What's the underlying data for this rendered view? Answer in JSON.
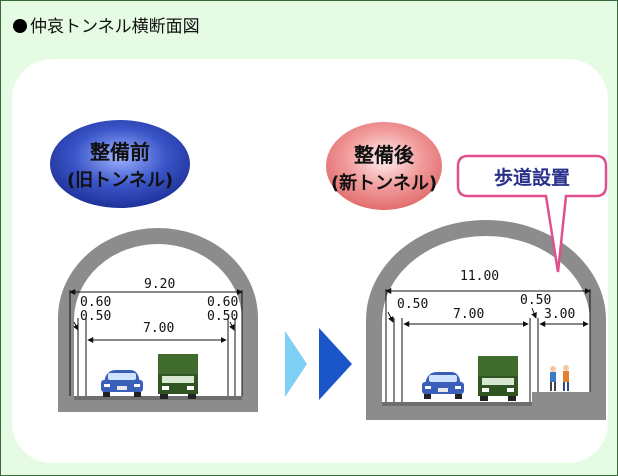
{
  "title": "仲哀トンネル横断面図",
  "colors": {
    "background": "#e6fbe3",
    "tunnel_lining": "#8c8c8c",
    "before_bubble": "#2b45b0",
    "after_bubble": "#e47f7f",
    "callout_border": "#e0508e",
    "callout_text": "#2a2f8a",
    "arrow_light": "#7fd0f5",
    "arrow_dark": "#1a56c8"
  },
  "before": {
    "label_line1": "整備前",
    "label_line2": "(旧トンネル)",
    "dims": {
      "total": "9.20",
      "left_outer": "0.60",
      "left_inner": "0.50",
      "right_outer": "0.60",
      "right_inner": "0.50",
      "roadway": "7.00"
    }
  },
  "after": {
    "label_line1": "整備後",
    "label_line2": "(新トンネル)",
    "dims": {
      "total": "11.00",
      "left": "0.50",
      "roadway": "7.00",
      "right": "0.50",
      "sidewalk": "3.00"
    }
  },
  "callout": "歩道設置"
}
